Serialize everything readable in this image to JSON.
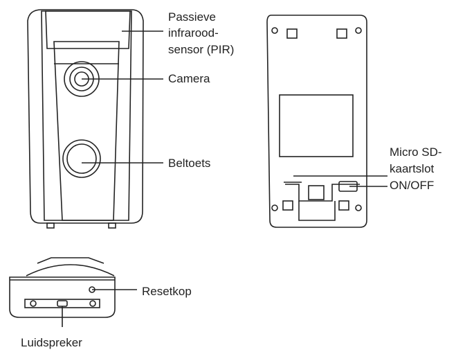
{
  "labels": {
    "pir_line1": "Passieve",
    "pir_line2": "infrarood-",
    "pir_line3": "sensor (PIR)",
    "camera": "Camera",
    "button": "Beltoets",
    "sd_line1": "Micro SD-",
    "sd_line2": "kaartslot",
    "onoff": "ON/OFF",
    "reset": "Resetkop",
    "speaker": "Luidspreker"
  },
  "colors": {
    "line": "#222222",
    "fill": "#ffffff",
    "shade": "#d9d9d9"
  }
}
